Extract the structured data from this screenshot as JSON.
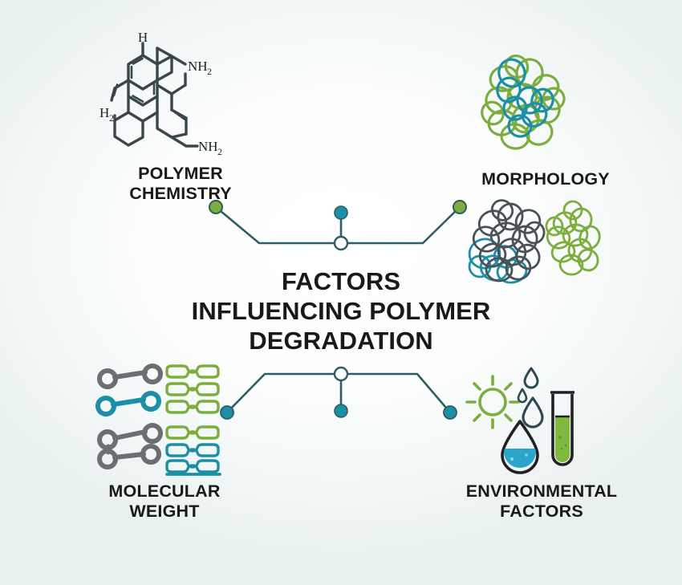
{
  "infographic": {
    "title": "FACTORS\nINFLUENCING POLYMER\nDEGRADATION",
    "background_colors": {
      "edge": "#dfeaea",
      "center": "#ffffff"
    },
    "palette": {
      "green": "#7cae3e",
      "teal": "#1b8fa6",
      "dark_teal": "#2d5d63",
      "gray": "#6b6f72",
      "dark_outline": "#1f2124",
      "text": "#18191b",
      "node_fill_hollow": "#ffffff"
    },
    "nodes": [
      {
        "key": "polymer-chemistry",
        "label": "POLYMER\nCHEMISTRY",
        "icon": "molecular-structure-icon",
        "position": "top-left",
        "connector_dot_color": "#7cae3e",
        "icon_labels": [
          "H",
          "NH",
          "2",
          "H",
          "2",
          "NH",
          "2"
        ]
      },
      {
        "key": "morphology",
        "label": "MORPHOLOGY",
        "icon": "tangled-rings-icon",
        "position": "top-right",
        "connector_dot_color": "#7cae3e",
        "icon_labels": []
      },
      {
        "key": "molecular-weight",
        "label": "MOLECULAR\nWEIGHT",
        "icon": "polymer-chains-icon",
        "position": "bottom-left",
        "connector_dot_color": "#1b8fa6",
        "icon_labels": []
      },
      {
        "key": "environmental-factors",
        "label": "ENVIRONMENTAL\nFACTORS",
        "icon": "sun-water-testtube-icon",
        "position": "bottom-right",
        "connector_dot_color": "#1b8fa6",
        "icon_labels": []
      }
    ],
    "connectors": {
      "top": {
        "end_dot_color": "#7cae3e",
        "stem_dot_color": "#1b8fa6",
        "junction_style": "hollow-circle",
        "stem_direction": "up"
      },
      "bottom": {
        "end_dot_color": "#1b8fa6",
        "stem_dot_color": "#1b8fa6",
        "junction_style": "hollow-circle",
        "stem_direction": "down"
      }
    },
    "chem_labels": {
      "h_top": "H",
      "nh2_upper": "NH",
      "nh2_upper_sub": "2",
      "h2_left": "H",
      "h2_left_sub": "2",
      "nh2_lower": "NH",
      "nh2_lower_sub": "2"
    }
  }
}
